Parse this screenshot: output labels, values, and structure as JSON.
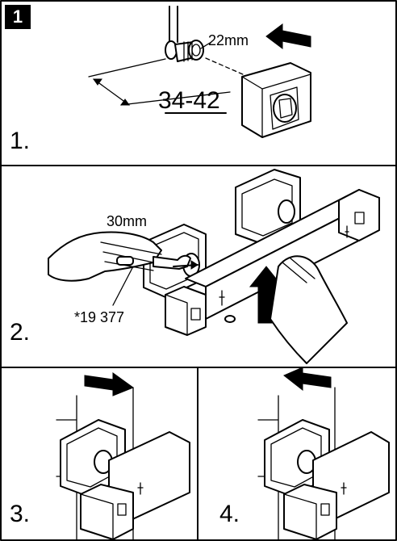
{
  "badge": "1",
  "panels": [
    {
      "step": "1.",
      "labels": {
        "nut": "22mm",
        "dimension": "34-42"
      }
    },
    {
      "step": "2.",
      "labels": {
        "wrench": "30mm",
        "part": "*19 377"
      }
    },
    {
      "step": "3."
    },
    {
      "step": "4."
    }
  ]
}
